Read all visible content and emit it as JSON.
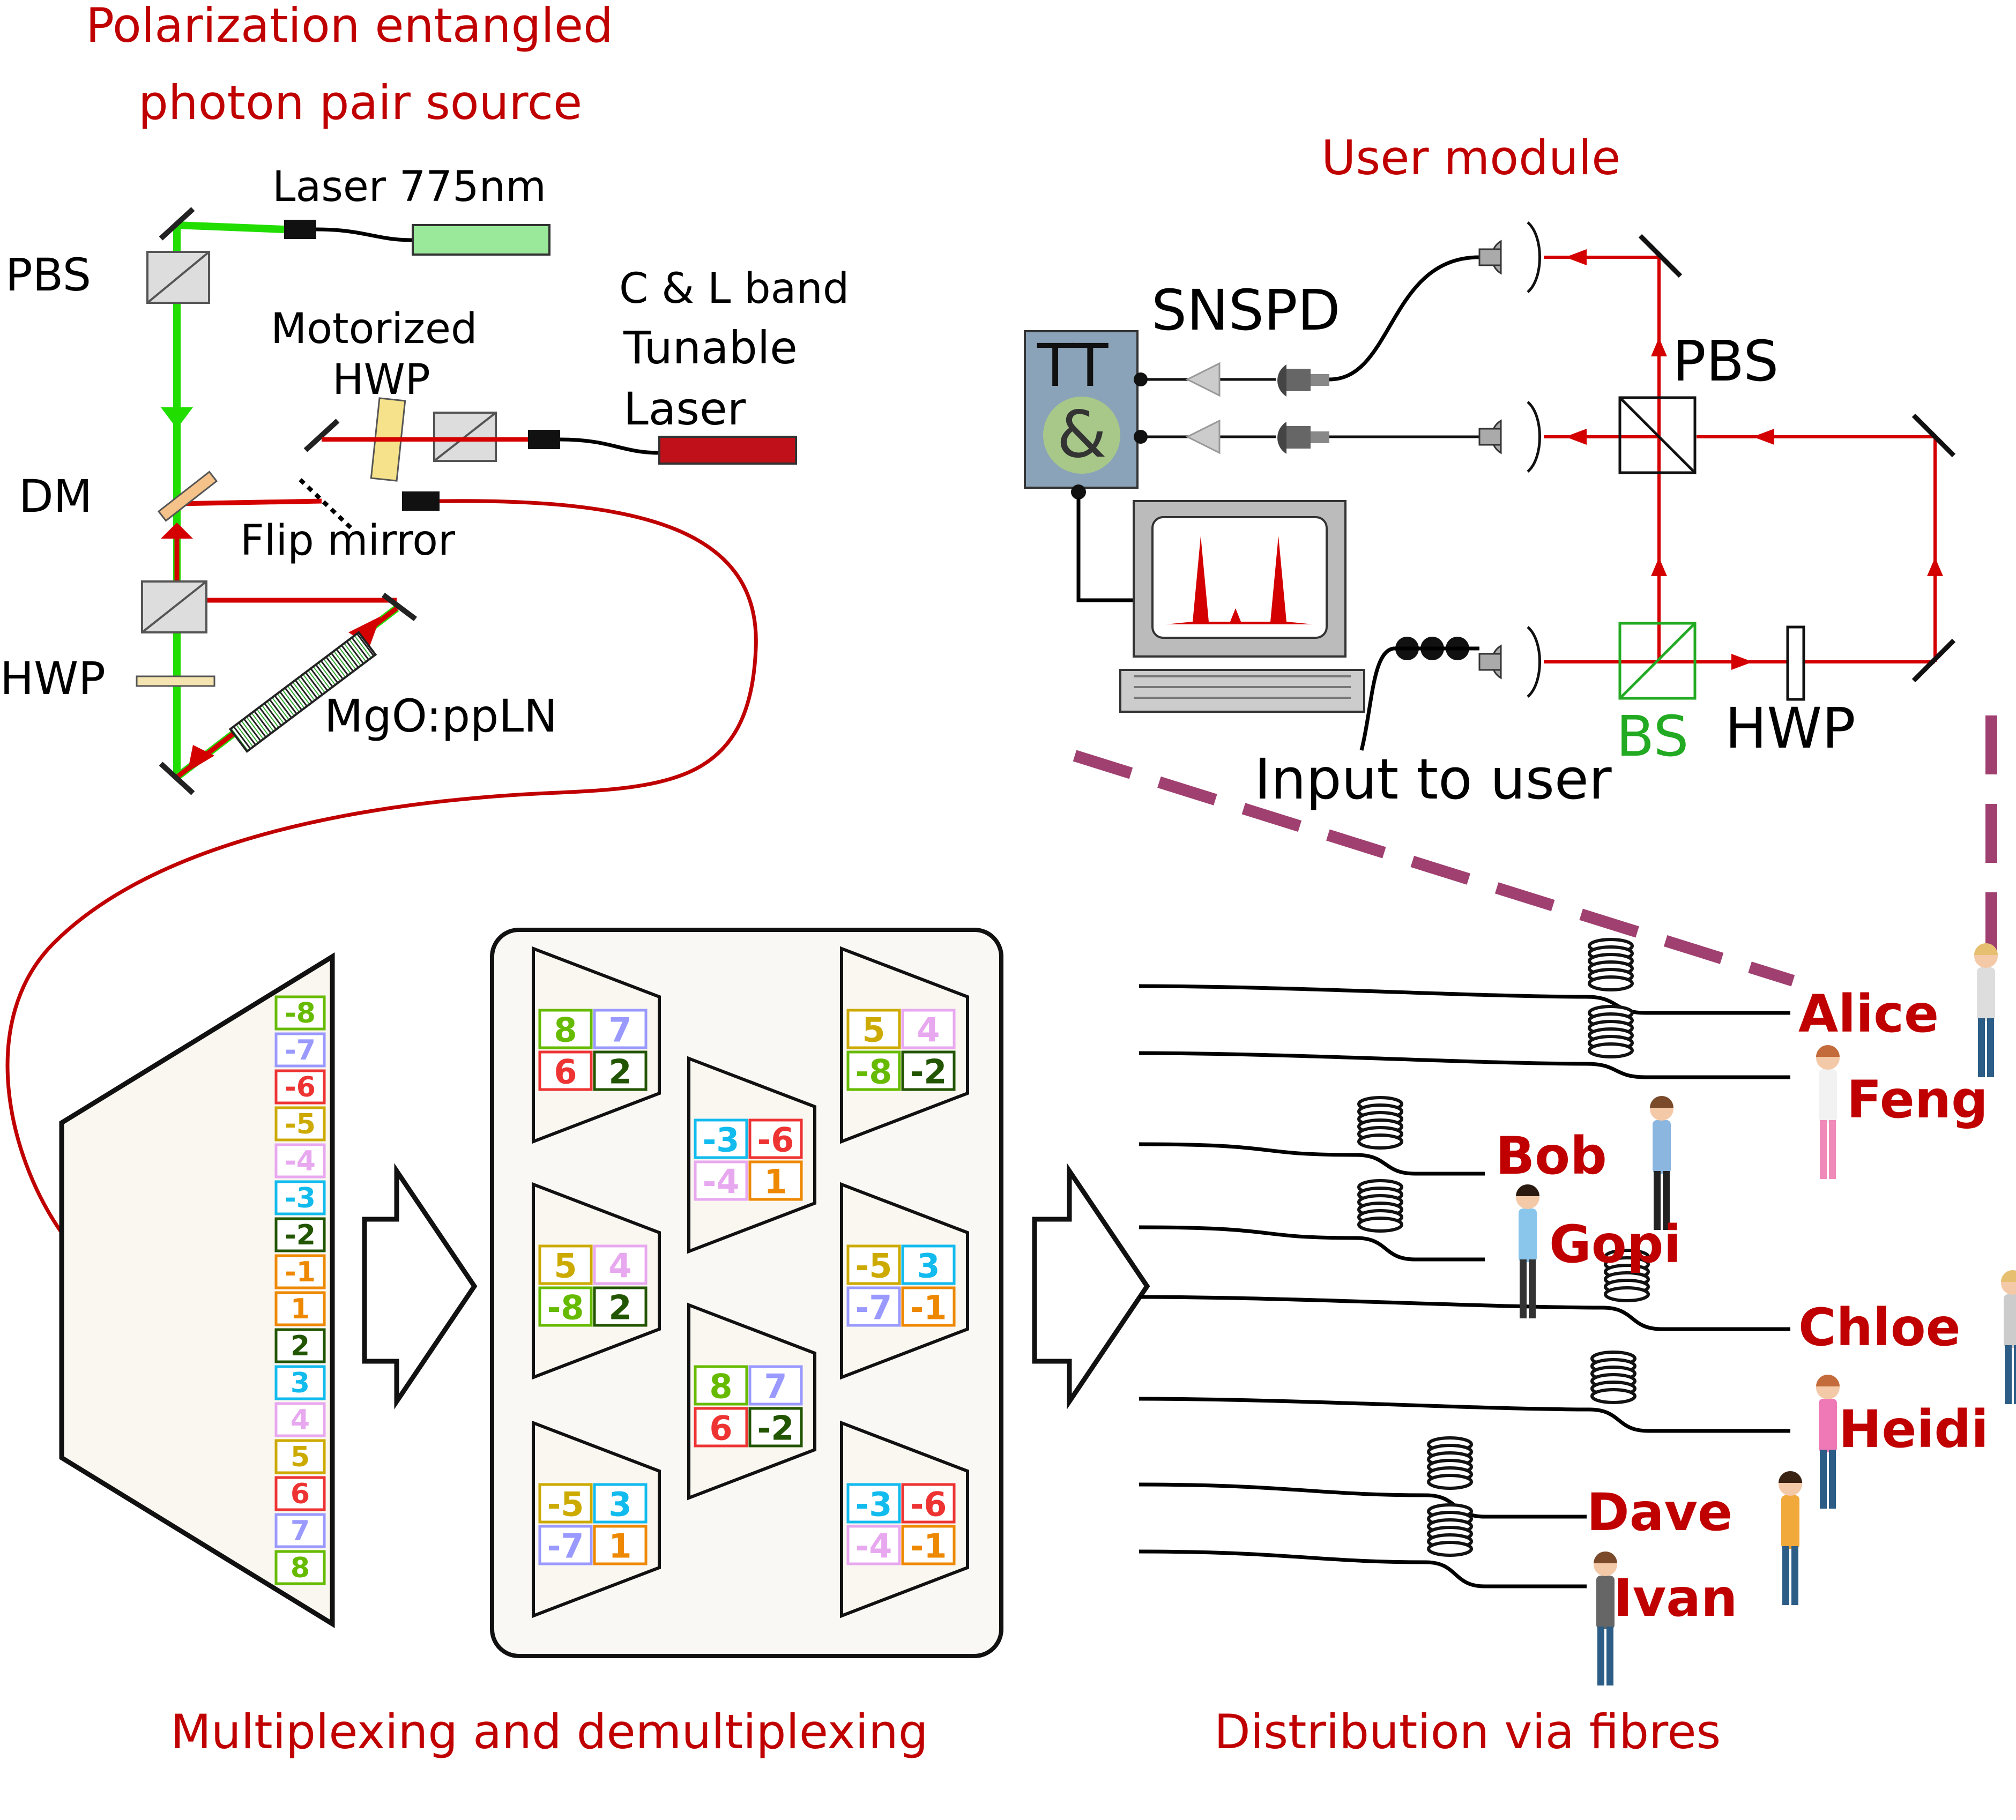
{
  "colors": {
    "title_red": "#c00000",
    "beam_green": "#22dd00",
    "beam_red": "#d40000",
    "name_red": "#c00000",
    "dashed_link": "#a04070",
    "channel_colors": {
      "8": "#66bb00",
      "-8": "#66bb00",
      "7": "#9999ff",
      "-7": "#9999ff",
      "6": "#ee3333",
      "-6": "#ee3333",
      "5": "#ccaa00",
      "-5": "#ccaa00",
      "4": "#e8a8f0",
      "-4": "#e8a8f0",
      "3": "#11bbee",
      "-3": "#11bbee",
      "2": "#225500",
      "-2": "#225500",
      "1": "#ee8800",
      "-1": "#ee8800"
    }
  },
  "source": {
    "title_line1": "Polarization entangled",
    "title_line2": "photon pair source",
    "laser_775": "Laser 775nm",
    "pbs": "PBS",
    "motorized_line1": "Motorized",
    "motorized_line2": "HWP",
    "tunable_line1": "C & L band",
    "tunable_line2": "Tunable",
    "tunable_line3": "Laser",
    "dm": "DM",
    "flip_mirror": "Flip mirror",
    "hwp": "HWP",
    "crystal": "MgO:ppLN"
  },
  "user_module": {
    "title": "User module",
    "snspd": "SNSPD",
    "tt": "TT",
    "coincidence": "&",
    "pbs": "PBS",
    "bs": "BS",
    "hwp": "HWP",
    "input": "Input to user"
  },
  "mux": {
    "title": "Multiplexing and demultiplexing",
    "channels": [
      "-8",
      "-7",
      "-6",
      "-5",
      "-4",
      "-3",
      "-2",
      "-1",
      "1",
      "2",
      "3",
      "4",
      "5",
      "6",
      "7",
      "8"
    ],
    "groups": [
      [
        "8",
        "7",
        "6",
        "2"
      ],
      [
        "5",
        "4",
        "-8",
        "-2"
      ],
      [
        "-3",
        "-6",
        "-4",
        "1"
      ],
      [
        "5",
        "4",
        "-8",
        "2"
      ],
      [
        "-5",
        "3",
        "-7",
        "-1"
      ],
      [
        "8",
        "7",
        "6",
        "-2"
      ],
      [
        "-5",
        "3",
        "-7",
        "1"
      ],
      [
        "-3",
        "-6",
        "-4",
        "-1"
      ]
    ]
  },
  "distribution": {
    "title": "Distribution via fibres",
    "users": [
      "Alice",
      "Feng",
      "Bob",
      "Gopi",
      "Chloe",
      "Heidi",
      "Dave",
      "Ivan"
    ]
  }
}
